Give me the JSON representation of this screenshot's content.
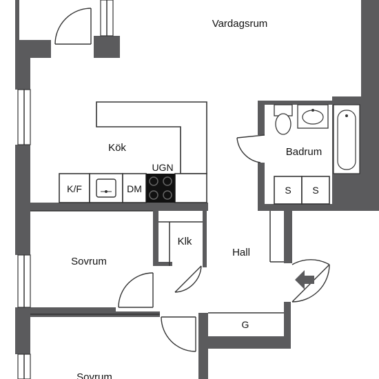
{
  "rooms": {
    "vardagsrum": "Vardagsrum",
    "kok": "Kök",
    "badrum": "Badrum",
    "sovrum1": "Sovrum",
    "sovrum2": "Sovrum",
    "hall": "Hall",
    "klk": "Klk"
  },
  "fixtures": {
    "kf": "K/F",
    "dm": "DM",
    "ugn": "UGN",
    "s1": "S",
    "s2": "S",
    "g": "G"
  },
  "colors": {
    "wall": "#5b5b5d",
    "background": "#ffffff",
    "line": "#333333"
  },
  "icons": {
    "entrance": "entrance-arrow-icon",
    "sink": "sink-icon",
    "toilet": "toilet-icon",
    "bathtub": "bathtub-icon",
    "stove": "stove-icon"
  }
}
